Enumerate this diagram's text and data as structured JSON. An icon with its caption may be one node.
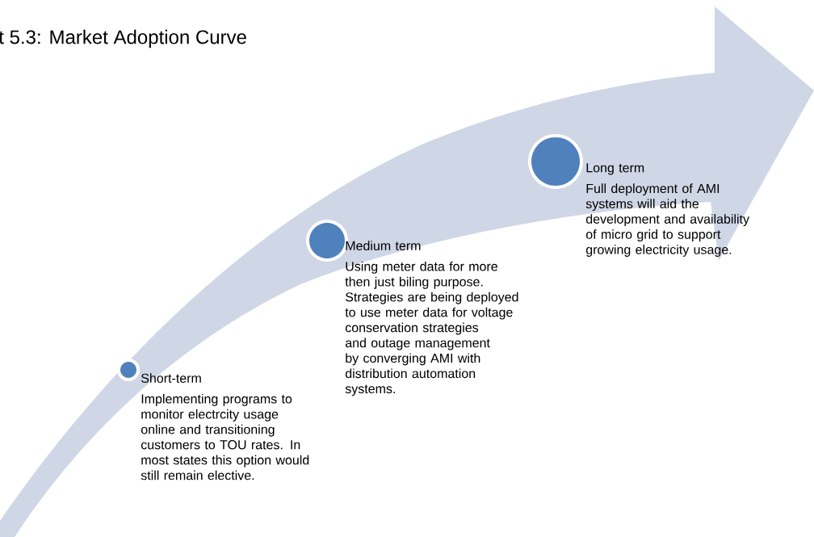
{
  "diagram": {
    "title": "t 5.3: Market Adoption Curve",
    "nodes": [
      {
        "text": [
          "Short-term",
          "Implementing programs to monitor electrcity usage online and transitioning customers to TOU rates. In most states this option would still remain elective."
        ]
      },
      {
        "text": [
          "Medium term",
          "Using meter data for more then just biling purpose. Strategies are being deployed to use meter data for voltage conservation strategies and outage management by converging AMI with distribution automation systems."
        ]
      },
      {
        "text": [
          "Long term",
          "Full deployment of AMI systems will aid the development and availability of micro grid to support growing electricity usage."
        ]
      }
    ]
  }
}
